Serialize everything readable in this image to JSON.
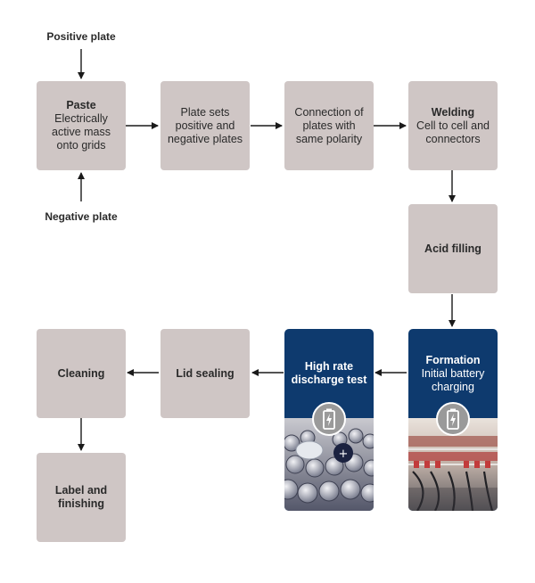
{
  "inputs": {
    "positive": "Positive plate",
    "negative": "Negative plate"
  },
  "steps": {
    "paste": {
      "title": "Paste",
      "desc": "Electrically active mass onto grids"
    },
    "plate": {
      "desc": "Plate sets positive and negative plates"
    },
    "connection": {
      "desc": "Connection of plates with same polarity"
    },
    "welding": {
      "title": "Welding",
      "desc": "Cell to cell and connectors"
    },
    "acid": {
      "title": "Acid filling"
    },
    "formation": {
      "title": "Formation",
      "desc": "Initial battery charging"
    },
    "discharge": {
      "title": "High rate discharge test"
    },
    "lid": {
      "title": "Lid sealing"
    },
    "cleaning": {
      "title": "Cleaning"
    },
    "label": {
      "title": "Label and finishing"
    }
  },
  "icons": {
    "battery": "battery-charge-icon"
  },
  "colors": {
    "box": "#cfc6c5",
    "dark_box": "#0e3a6e",
    "arrow": "#1a1a1a"
  }
}
